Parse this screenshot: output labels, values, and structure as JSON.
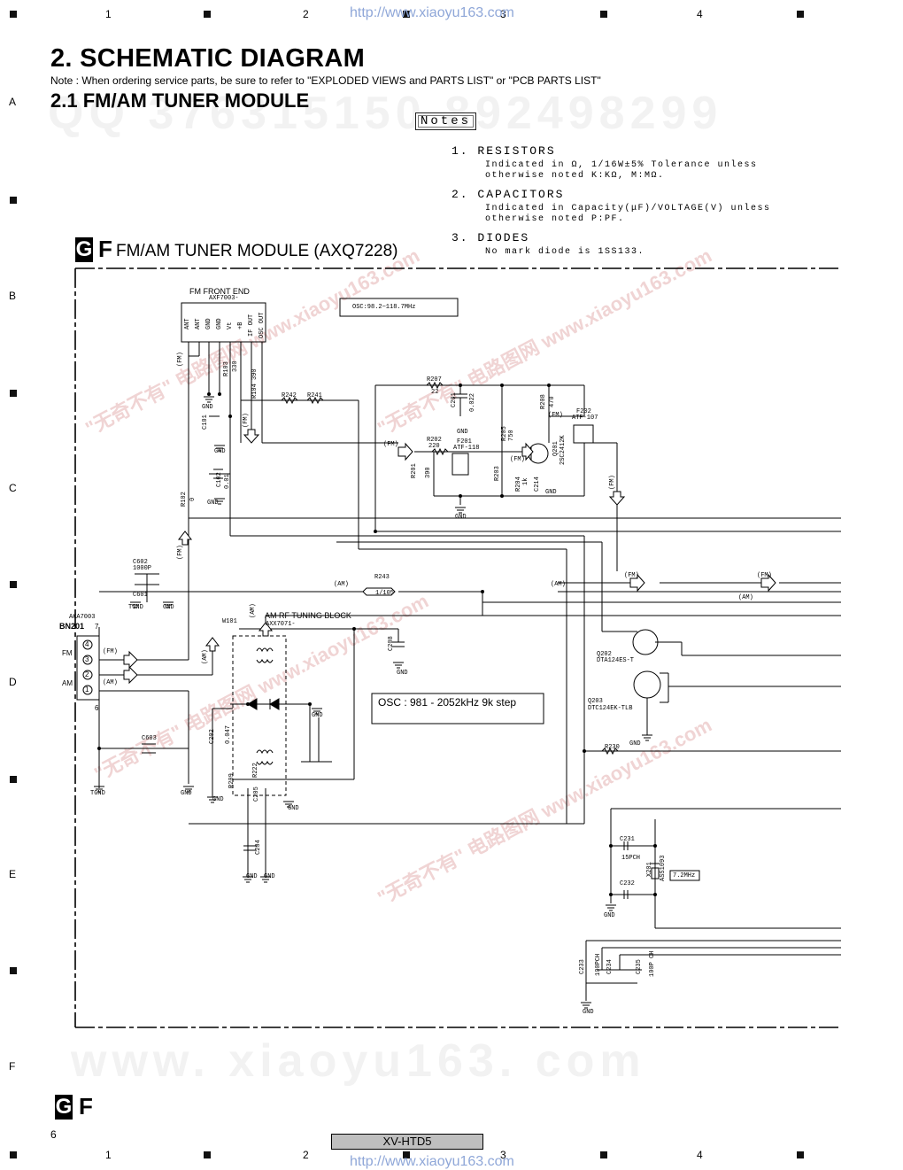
{
  "ruler": {
    "cols": [
      "1",
      "2",
      "3",
      "4"
    ],
    "rows": [
      "A",
      "B",
      "C",
      "D",
      "E",
      "F"
    ]
  },
  "watermark": {
    "url": "http://www.xiaoyu163.com",
    "bg_line1": "QQ 376315150   892498299",
    "bg_line2": "www. xiaoyu163. com",
    "diag_text": "\"无奇不有\" 电路图网 www.xiaoyu163.com"
  },
  "header": {
    "title": "2. SCHEMATIC DIAGRAM",
    "note": "Note : When ordering service parts, be sure to refer to \"EXPLODED VIEWS and PARTS LIST\" or \"PCB PARTS LIST\"",
    "subtitle": "2.1 FM/AM TUNER MODULE"
  },
  "notes": {
    "title": "Notes",
    "items": [
      {
        "head": "1. RESISTORS",
        "lines": [
          "Indicated in Ω, 1/16W±5% Tolerance unless",
          "otherwise noted K:KΩ, M:MΩ."
        ]
      },
      {
        "head": "2. CAPACITORS",
        "lines": [
          "Indicated in Capacity(μF)/VOLTAGE(V) unless",
          "otherwise noted P:PF."
        ]
      },
      {
        "head": "3. DIODES",
        "lines": [
          "No mark diode is 1SS133."
        ]
      }
    ]
  },
  "module": {
    "g": "G",
    "f": "F",
    "title": "FM/AM TUNER MODULE (AXQ7228)"
  },
  "schematic": {
    "fm_front_end": {
      "name": "FM FRONT END",
      "part": "AXF7003-",
      "pins": [
        "ANT",
        "ANT",
        "GND",
        "GND",
        "Vt",
        "+B",
        "IF OUT",
        "OSC OUT"
      ]
    },
    "osc_fm": "OSC:98.2~118.7MHz",
    "osc_am": "OSC : 981 - 2052kHz  9k step",
    "am_block": {
      "name": "AM RF TUNING BLOCK",
      "part": "AXX7071-"
    },
    "connector": {
      "part": "AKA7003",
      "ref": "BN201",
      "pins": [
        "4",
        "3",
        "2",
        "1"
      ],
      "labels": [
        "FM",
        "AM"
      ],
      "top": "7",
      "bottom": "6"
    },
    "signal_labels": {
      "fm": "(FM)",
      "am": "(AM)"
    },
    "components": [
      "R103",
      "330",
      "R104 390",
      "R242",
      "R241",
      "R207",
      "22",
      "C201",
      "0.022",
      "R202",
      "220",
      "F201",
      "ATF-118",
      "R201",
      "390",
      "R205",
      "750",
      "R203",
      "R204",
      "1k",
      "C214",
      "Q201",
      "2SC2412K",
      "R208",
      "470",
      "F202",
      "ATF-107",
      "C101",
      "C102",
      "0.01",
      "R102",
      "0",
      "C602",
      "1000P",
      "C601",
      "R243",
      "1/105",
      "W101",
      "C208",
      "Q202",
      "DTA124ES-T",
      "Q203",
      "DTC124EK-TLB",
      "R230",
      "C603",
      "C202",
      "0.047",
      "R209",
      "C205",
      "R222",
      "C204",
      "C231",
      "15PCH",
      "C232",
      "X201",
      "ASS1093",
      "7.2MHz",
      "C233",
      "C234",
      "C235",
      "100PCH",
      "100P CH"
    ],
    "gnd": "GND",
    "tgnd": "TGND"
  },
  "footer": {
    "page": "6",
    "model": "XV-HTD5"
  }
}
